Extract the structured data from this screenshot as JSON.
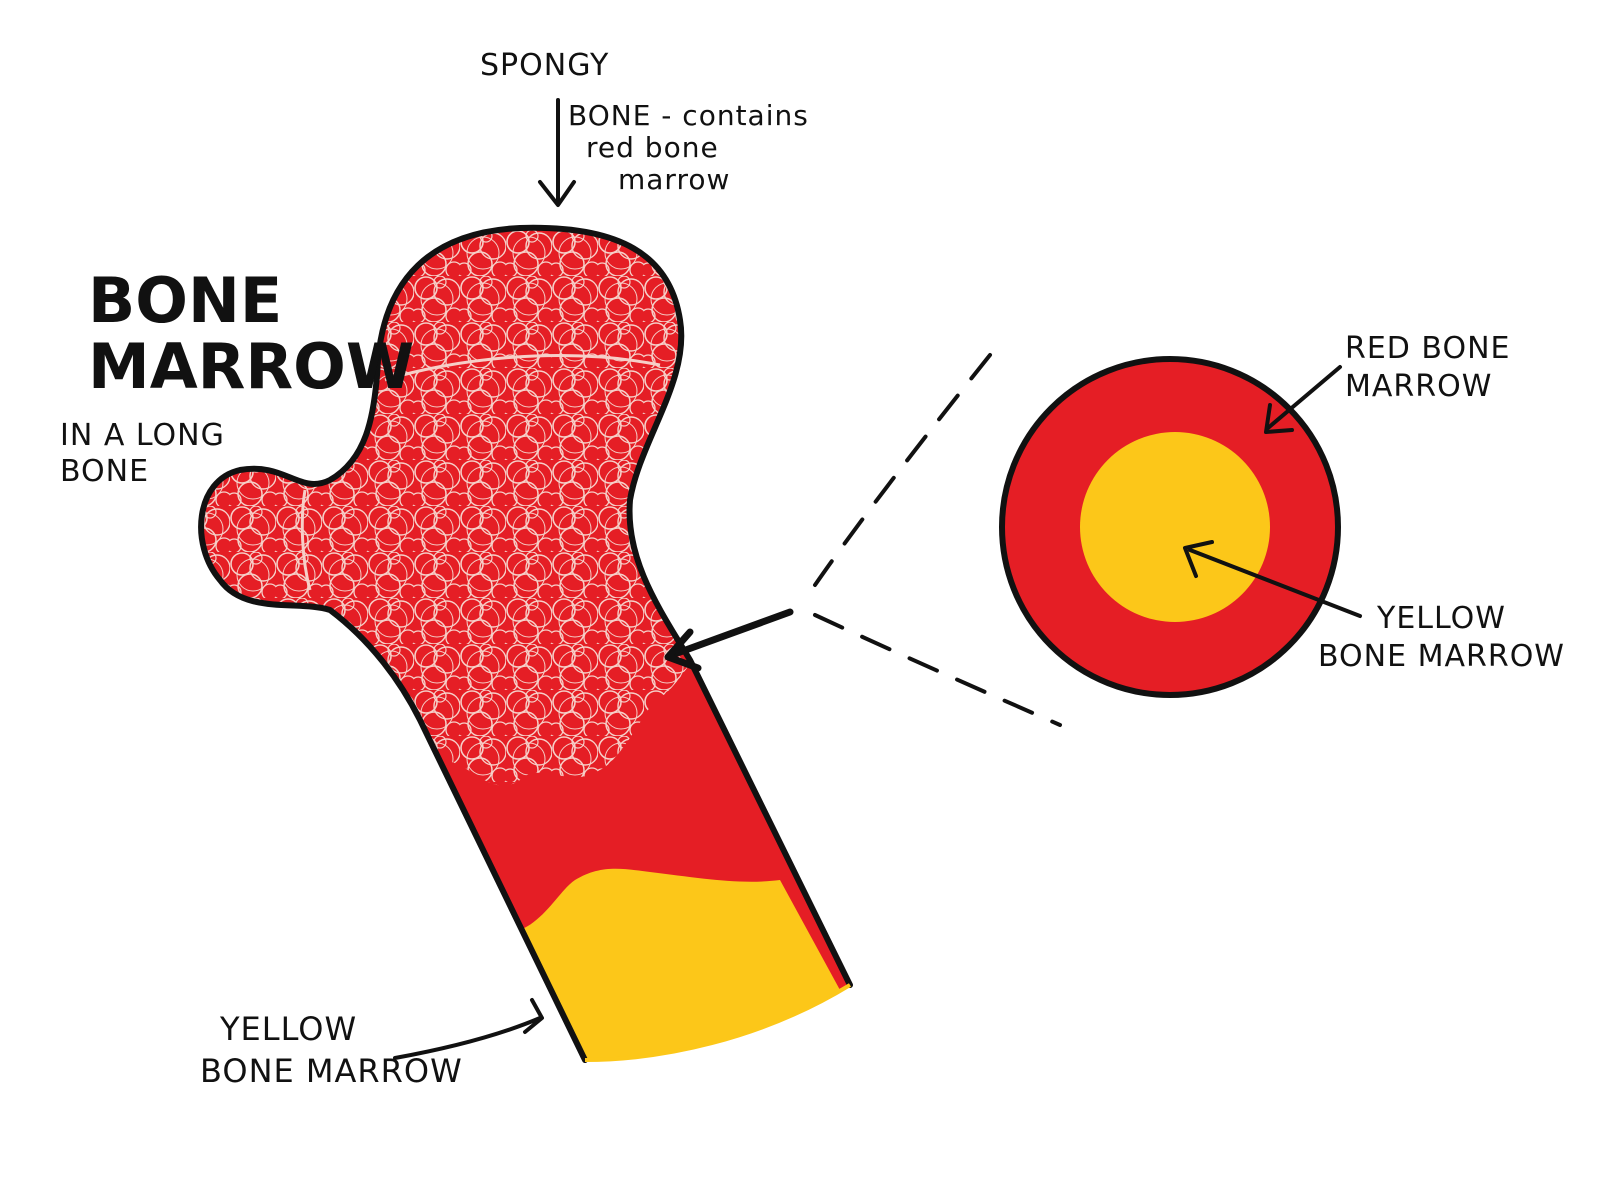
{
  "diagram": {
    "title_line1": "BONE",
    "title_line2": "MARROW",
    "subtitle_line1": "IN A LONG",
    "subtitle_line2": "BONE",
    "spongy_label_line1": "SPONGY",
    "spongy_label_line2": "BONE - contains",
    "spongy_label_line3": "red bone",
    "spongy_label_line4": "marrow",
    "red_marrow_label_line1": "RED BONE",
    "red_marrow_label_line2": "MARROW",
    "yellow_center_label_line1": "YELLOW",
    "yellow_center_label_line2": "BONE MARROW",
    "yellow_shaft_label_line1": "YELLOW",
    "yellow_shaft_label_line2": "BONE MARROW"
  },
  "colors": {
    "red_marrow": "#E51E25",
    "yellow_marrow": "#FCC719",
    "spongy_texture": "#F6CFC8",
    "outline": "#111111"
  }
}
